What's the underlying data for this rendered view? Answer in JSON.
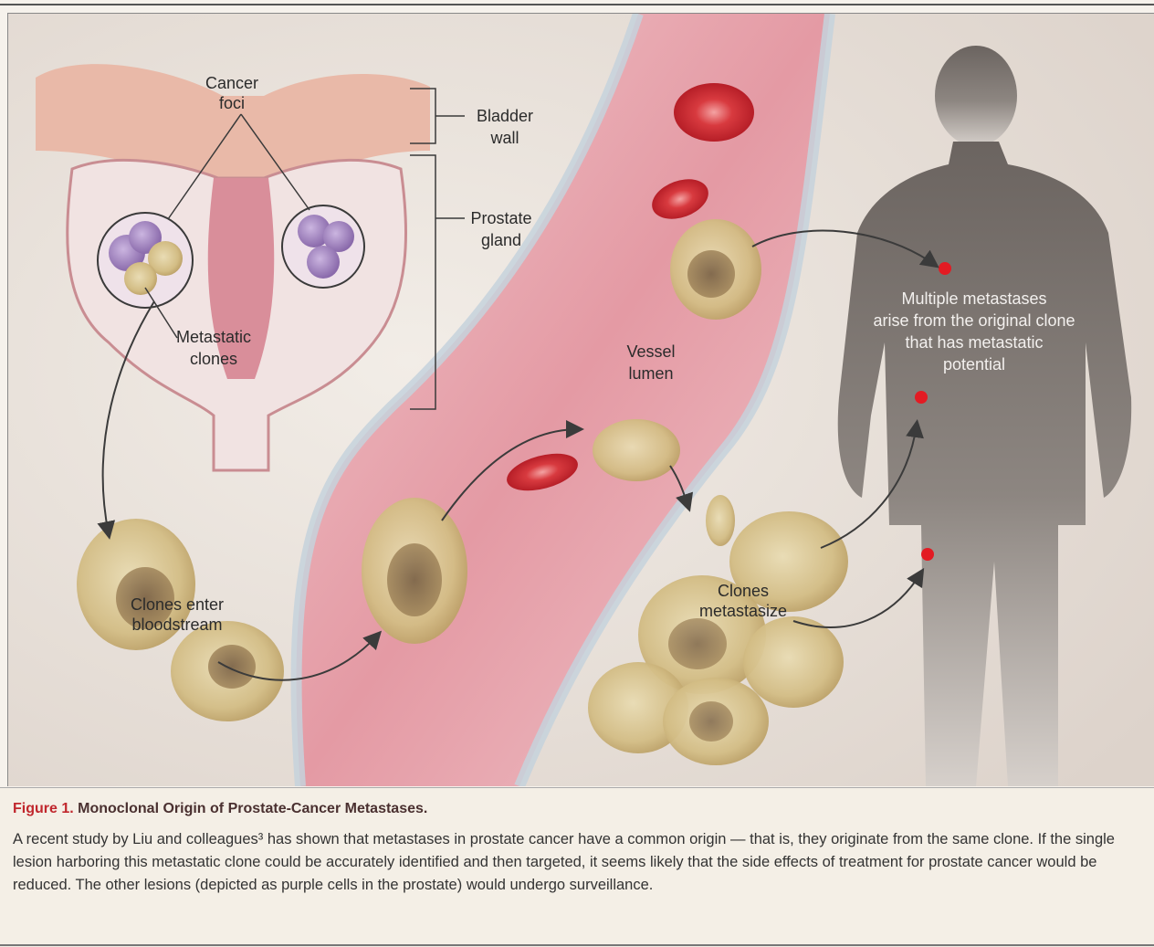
{
  "figure": {
    "labels": {
      "cancer_foci": [
        "Cancer",
        "foci"
      ],
      "bladder_wall": [
        "Bladder",
        "wall"
      ],
      "prostate_gland": [
        "Prostate",
        "gland"
      ],
      "metastatic_clones": [
        "Metastatic",
        "clones"
      ],
      "vessel_lumen": [
        "Vessel",
        "lumen"
      ],
      "clones_enter": [
        "Clones enter",
        "bloodstream"
      ],
      "clones_metastasize": [
        "Clones",
        "metastasize"
      ],
      "multiple_metastases": [
        "Multiple metastases",
        "arise from the original clone",
        "that has metastatic",
        "potential"
      ]
    },
    "colors": {
      "background": "#e9e2db",
      "vessel": "#e8a3ad",
      "cell_body": "#d6c38e",
      "cancer_purple": "#9a7fb8",
      "metastasis_dot": "#e31b23",
      "silhouette": "#6e6763"
    }
  },
  "caption": {
    "figure_number": "Figure 1.",
    "title": " Monoclonal Origin of Prostate-Cancer Metastases.",
    "body": "A recent study by Liu and colleagues³ has shown that metastases in prostate cancer have a common origin — that is, they originate from the same clone. If the single lesion harboring this metastatic clone could be accurately identified and then targeted, it seems likely that the side effects of treatment for prostate cancer would be reduced. The other lesions (depicted as purple cells in the prostate) would undergo surveillance."
  }
}
